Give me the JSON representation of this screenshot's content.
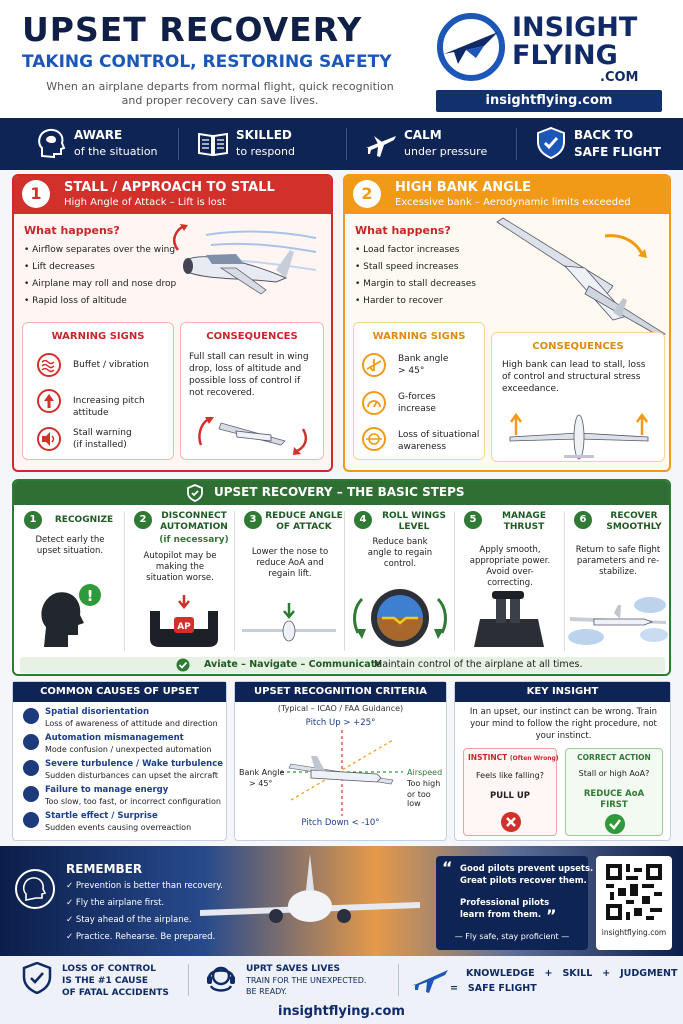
{
  "header": {
    "title": "UPSET RECOVERY",
    "subtitle": "TAKING CONTROL, RESTORING SAFETY",
    "tagline": "When an airplane departs from normal flight, quick recognition and proper recovery can save lives.",
    "logo_line1": "INSIGHT",
    "logo_line2": "FLYING",
    "logo_line3": ".COM",
    "url": "insightflying.com"
  },
  "band": [
    {
      "t1": "AWARE",
      "t2": "of the situation",
      "icon": "brain-head-icon"
    },
    {
      "t1": "SKILLED",
      "t2": "to respond",
      "icon": "open-book-icon"
    },
    {
      "t1": "CALM",
      "t2": "under pressure",
      "icon": "airplane-icon"
    },
    {
      "t1": "BACK TO",
      "t2": "SAFE FLIGHT",
      "icon": "shield-check-icon"
    }
  ],
  "stall": {
    "num": "1",
    "title": "STALL / APPROACH TO STALL",
    "sub": "High Angle of Attack – Lift is lost",
    "what": "What happens?",
    "bullets": [
      "Airflow separates over the wing",
      "Lift decreases",
      "Airplane may roll and nose drop",
      "Rapid loss of altitude"
    ],
    "warn_title": "WARNING SIGNS",
    "warn": [
      "Buffet / vibration",
      "Increasing pitch attitude",
      "Stall warning",
      "(if installed)"
    ],
    "cons_title": "CONSEQUENCES",
    "cons": "Full stall can result in wing drop, loss of altitude and possible loss of control if not recovered."
  },
  "bank": {
    "num": "2",
    "title": "HIGH BANK ANGLE",
    "sub": "Excessive bank – Aerodynamic limits exceeded",
    "what": "What happens?",
    "bullets": [
      "Load factor increases",
      "Stall speed increases",
      "Margin to stall decreases",
      "Harder to recover"
    ],
    "warn_title": "WARNING SIGNS",
    "warn": [
      "Bank angle",
      "> 45°",
      "G-forces",
      "increase",
      "Loss of situational",
      "awareness"
    ],
    "cons_title": "CONSEQUENCES",
    "cons": "High bank can lead to stall, loss of control and structural stress exceedance."
  },
  "steps": {
    "title": "UPSET RECOVERY – THE BASIC STEPS",
    "items": [
      {
        "n": "1",
        "t": "RECOGNIZE",
        "d": "Detect early the upset situation."
      },
      {
        "n": "2",
        "t": "DISCONNECT AUTOMATION",
        "t2": "(if necessary)",
        "d": "Autopilot may be making the situation worse.",
        "ap": "AP"
      },
      {
        "n": "3",
        "t": "REDUCE ANGLE OF ATTACK",
        "d": "Lower the nose to reduce AoA and regain lift."
      },
      {
        "n": "4",
        "t": "ROLL WINGS LEVEL",
        "d": "Reduce bank angle to regain control."
      },
      {
        "n": "5",
        "t": "MANAGE THRUST",
        "d": "Apply smooth, appropriate power. Avoid over-correcting."
      },
      {
        "n": "6",
        "t": "RECOVER SMOOTHLY",
        "d": "Return to safe flight parameters and re-stabilize."
      }
    ],
    "motto": "Aviate – Navigate – Communicate",
    "motto2": "Maintain control of the airplane at all times."
  },
  "causes": {
    "title": "COMMON CAUSES OF UPSET",
    "items": [
      {
        "t": "Spatial disorientation",
        "d": "Loss of awareness of attitude and direction"
      },
      {
        "t": "Automation mismanagement",
        "d": "Mode confusion / unexpected automation"
      },
      {
        "t": "Severe turbulence / Wake turbulence",
        "d": "Sudden disturbances can upset the aircraft"
      },
      {
        "t": "Failure to manage energy",
        "d": "Too slow, too fast, or incorrect configuration"
      },
      {
        "t": "Startle effect / Surprise",
        "d": "Sudden events causing overreaction"
      }
    ]
  },
  "criteria": {
    "title": "UPSET RECOGNITION CRITERIA",
    "sub": "(Typical – ICAO / FAA Guidance)",
    "pitch_up": "Pitch Up > +25°",
    "pitch_down": "Pitch Down < -10°",
    "bank1": "Bank Angle",
    "bank2": "> 45°",
    "air1": "Airspeed",
    "air2": "Too high",
    "air3": "or too low"
  },
  "insight": {
    "title": "KEY INSIGHT",
    "text": "In an upset, our instinct can be wrong. Train your mind to follow the right procedure, not your instinct.",
    "inst_t": "INSTINCT",
    "inst_w": "(Often Wrong)",
    "inst_q": "Feels like falling?",
    "inst_a": "PULL UP",
    "corr_t": "CORRECT ACTION",
    "corr_q": "Stall or high AoA?",
    "corr_a1": "REDUCE AoA",
    "corr_a2": "FIRST"
  },
  "remember": {
    "title": "REMEMBER",
    "items": [
      "Prevention is better than recovery.",
      "Fly the airplane first.",
      "Stay ahead of the airplane.",
      "Practice. Rehearse. Be prepared."
    ],
    "q1": "Good pilots prevent upsets.",
    "q2": "Great pilots recover them.",
    "q3": "Professional pilots",
    "q4": "learn from them.",
    "qsig": "— Fly safe, stay proficient —",
    "qr_url": "insightflying.com"
  },
  "footer": {
    "f1a": "LOSS OF CONTROL",
    "f1b": "IS THE #1 CAUSE",
    "f1c": "OF FATAL ACCIDENTS",
    "f2a": "UPRT SAVES LIVES",
    "f2b": "TRAIN FOR THE UNEXPECTED.",
    "f2c": "BE READY.",
    "f3a": "KNOWLEDGE",
    "plus": "+",
    "f3b": "SKILL",
    "f3c": "JUDGMENT",
    "eq": "=",
    "f3d": "SAFE FLIGHT",
    "url": "insightflying.com"
  }
}
